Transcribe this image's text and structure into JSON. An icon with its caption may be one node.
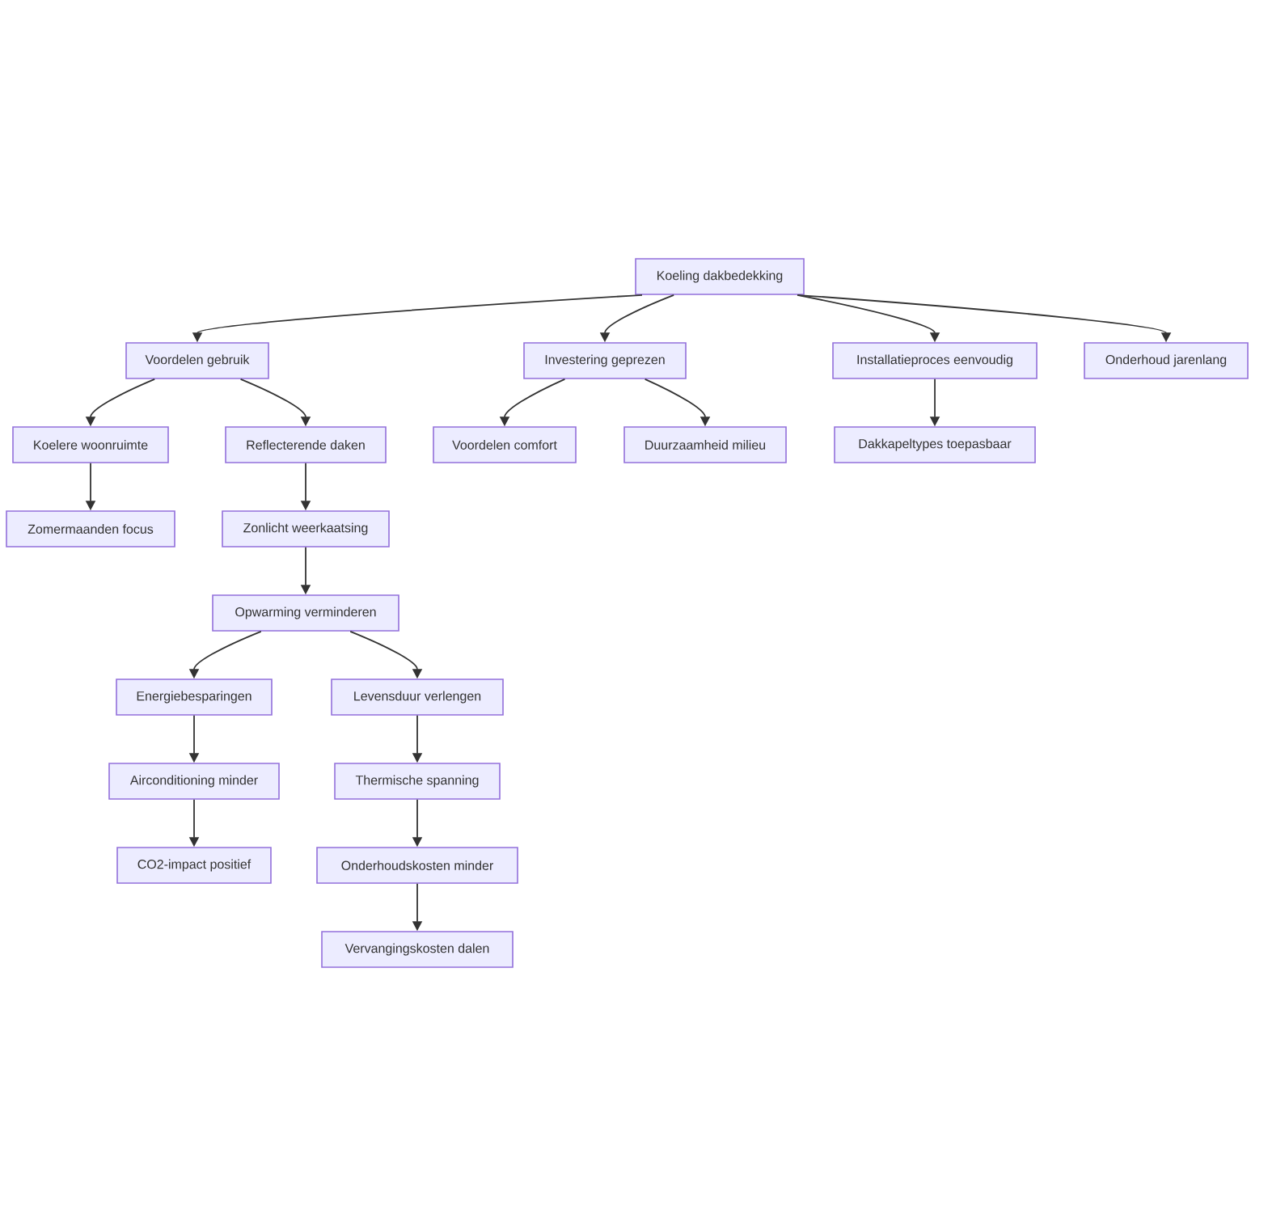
{
  "diagram": {
    "nodes": [
      {
        "text": [
          "Koeling dakbedekking"
        ]
      },
      {
        "text": [
          "Voordelen gebruik"
        ]
      },
      {
        "text": [
          "Investering geprezen"
        ]
      },
      {
        "text": [
          "Installatieproces eenvoudig"
        ]
      },
      {
        "text": [
          "Onderhoud jarenlang"
        ]
      },
      {
        "text": [
          "Koelere woonruimte"
        ]
      },
      {
        "text": [
          "Reflecterende daken"
        ]
      },
      {
        "text": [
          "Voordelen comfort"
        ]
      },
      {
        "text": [
          "Duurzaamheid milieu"
        ]
      },
      {
        "text": [
          "Dakkapeltypes toepasbaar"
        ]
      },
      {
        "text": [
          "Zomermaanden focus"
        ]
      },
      {
        "text": [
          "Zonlicht weerkaatsing"
        ]
      },
      {
        "text": [
          "Opwarming verminderen"
        ]
      },
      {
        "text": [
          "Energiebesparingen"
        ]
      },
      {
        "text": [
          "Levensduur verlengen"
        ]
      },
      {
        "text": [
          "Airconditioning minder"
        ]
      },
      {
        "text": [
          "Thermische spanning"
        ]
      },
      {
        "text": [
          "CO2-impact positief"
        ]
      },
      {
        "text": [
          "Onderhoudskosten minder"
        ]
      },
      {
        "text": [
          "Vervangingskosten dalen"
        ]
      }
    ],
    "edges": [
      {
        "from": 0,
        "to": 1,
        "arrow": "to"
      },
      {
        "from": 0,
        "to": 2,
        "arrow": "to"
      },
      {
        "from": 0,
        "to": 3,
        "arrow": "to"
      },
      {
        "from": 0,
        "to": 4,
        "arrow": "to"
      },
      {
        "from": 1,
        "to": 5,
        "arrow": "to"
      },
      {
        "from": 1,
        "to": 6,
        "arrow": "to"
      },
      {
        "from": 2,
        "to": 7,
        "arrow": "to"
      },
      {
        "from": 2,
        "to": 8,
        "arrow": "to"
      },
      {
        "from": 3,
        "to": 9,
        "arrow": "to"
      },
      {
        "from": 5,
        "to": 10,
        "arrow": "to"
      },
      {
        "from": 6,
        "to": 11,
        "arrow": "to"
      },
      {
        "from": 11,
        "to": 12,
        "arrow": "to"
      },
      {
        "from": 12,
        "to": 13,
        "arrow": "to"
      },
      {
        "from": 12,
        "to": 14,
        "arrow": "to"
      },
      {
        "from": 13,
        "to": 15,
        "arrow": "to"
      },
      {
        "from": 14,
        "to": 16,
        "arrow": "to"
      },
      {
        "from": 15,
        "to": 17,
        "arrow": "to"
      },
      {
        "from": 16,
        "to": 18,
        "arrow": "to"
      },
      {
        "from": 18,
        "to": 19,
        "arrow": "to"
      }
    ]
  }
}
